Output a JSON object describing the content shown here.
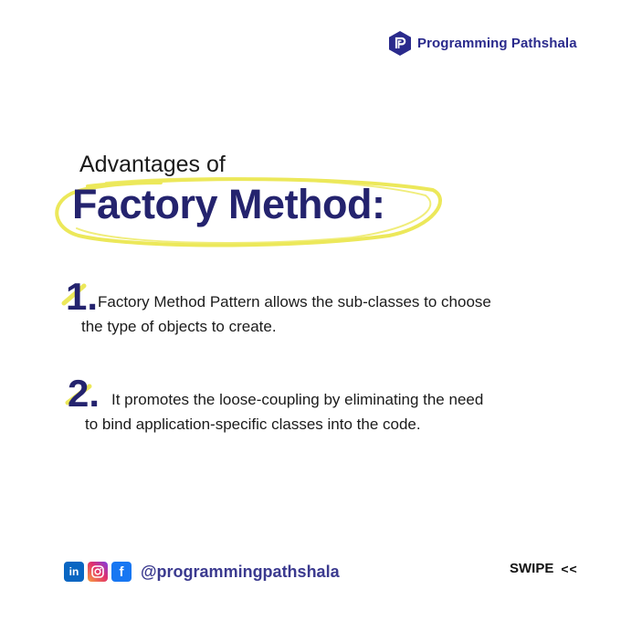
{
  "brand": {
    "name": "Programming Pathshala",
    "logo_icon": "pp-logo-icon",
    "color": "#2a2a8c"
  },
  "heading": {
    "sub": "Advantages of",
    "main": "Factory Method:",
    "highlight_color": "#ece85a",
    "color": "#24236e"
  },
  "points": [
    {
      "number": "1.",
      "lines": [
        "Factory Method Pattern allows the sub-classes to choose",
        "the type of objects to create."
      ]
    },
    {
      "number": "2.",
      "lines": [
        "It promotes the loose-coupling by eliminating the need",
        "to bind application-specific classes into the code."
      ]
    }
  ],
  "footer": {
    "social_icons": [
      "linkedin-icon",
      "instagram-icon",
      "facebook-icon"
    ],
    "linkedin_glyph": "in",
    "facebook_glyph": "f",
    "handle": "@programmingpathshala",
    "swipe_label": "SWIPE",
    "swipe_arrow": "<<"
  }
}
